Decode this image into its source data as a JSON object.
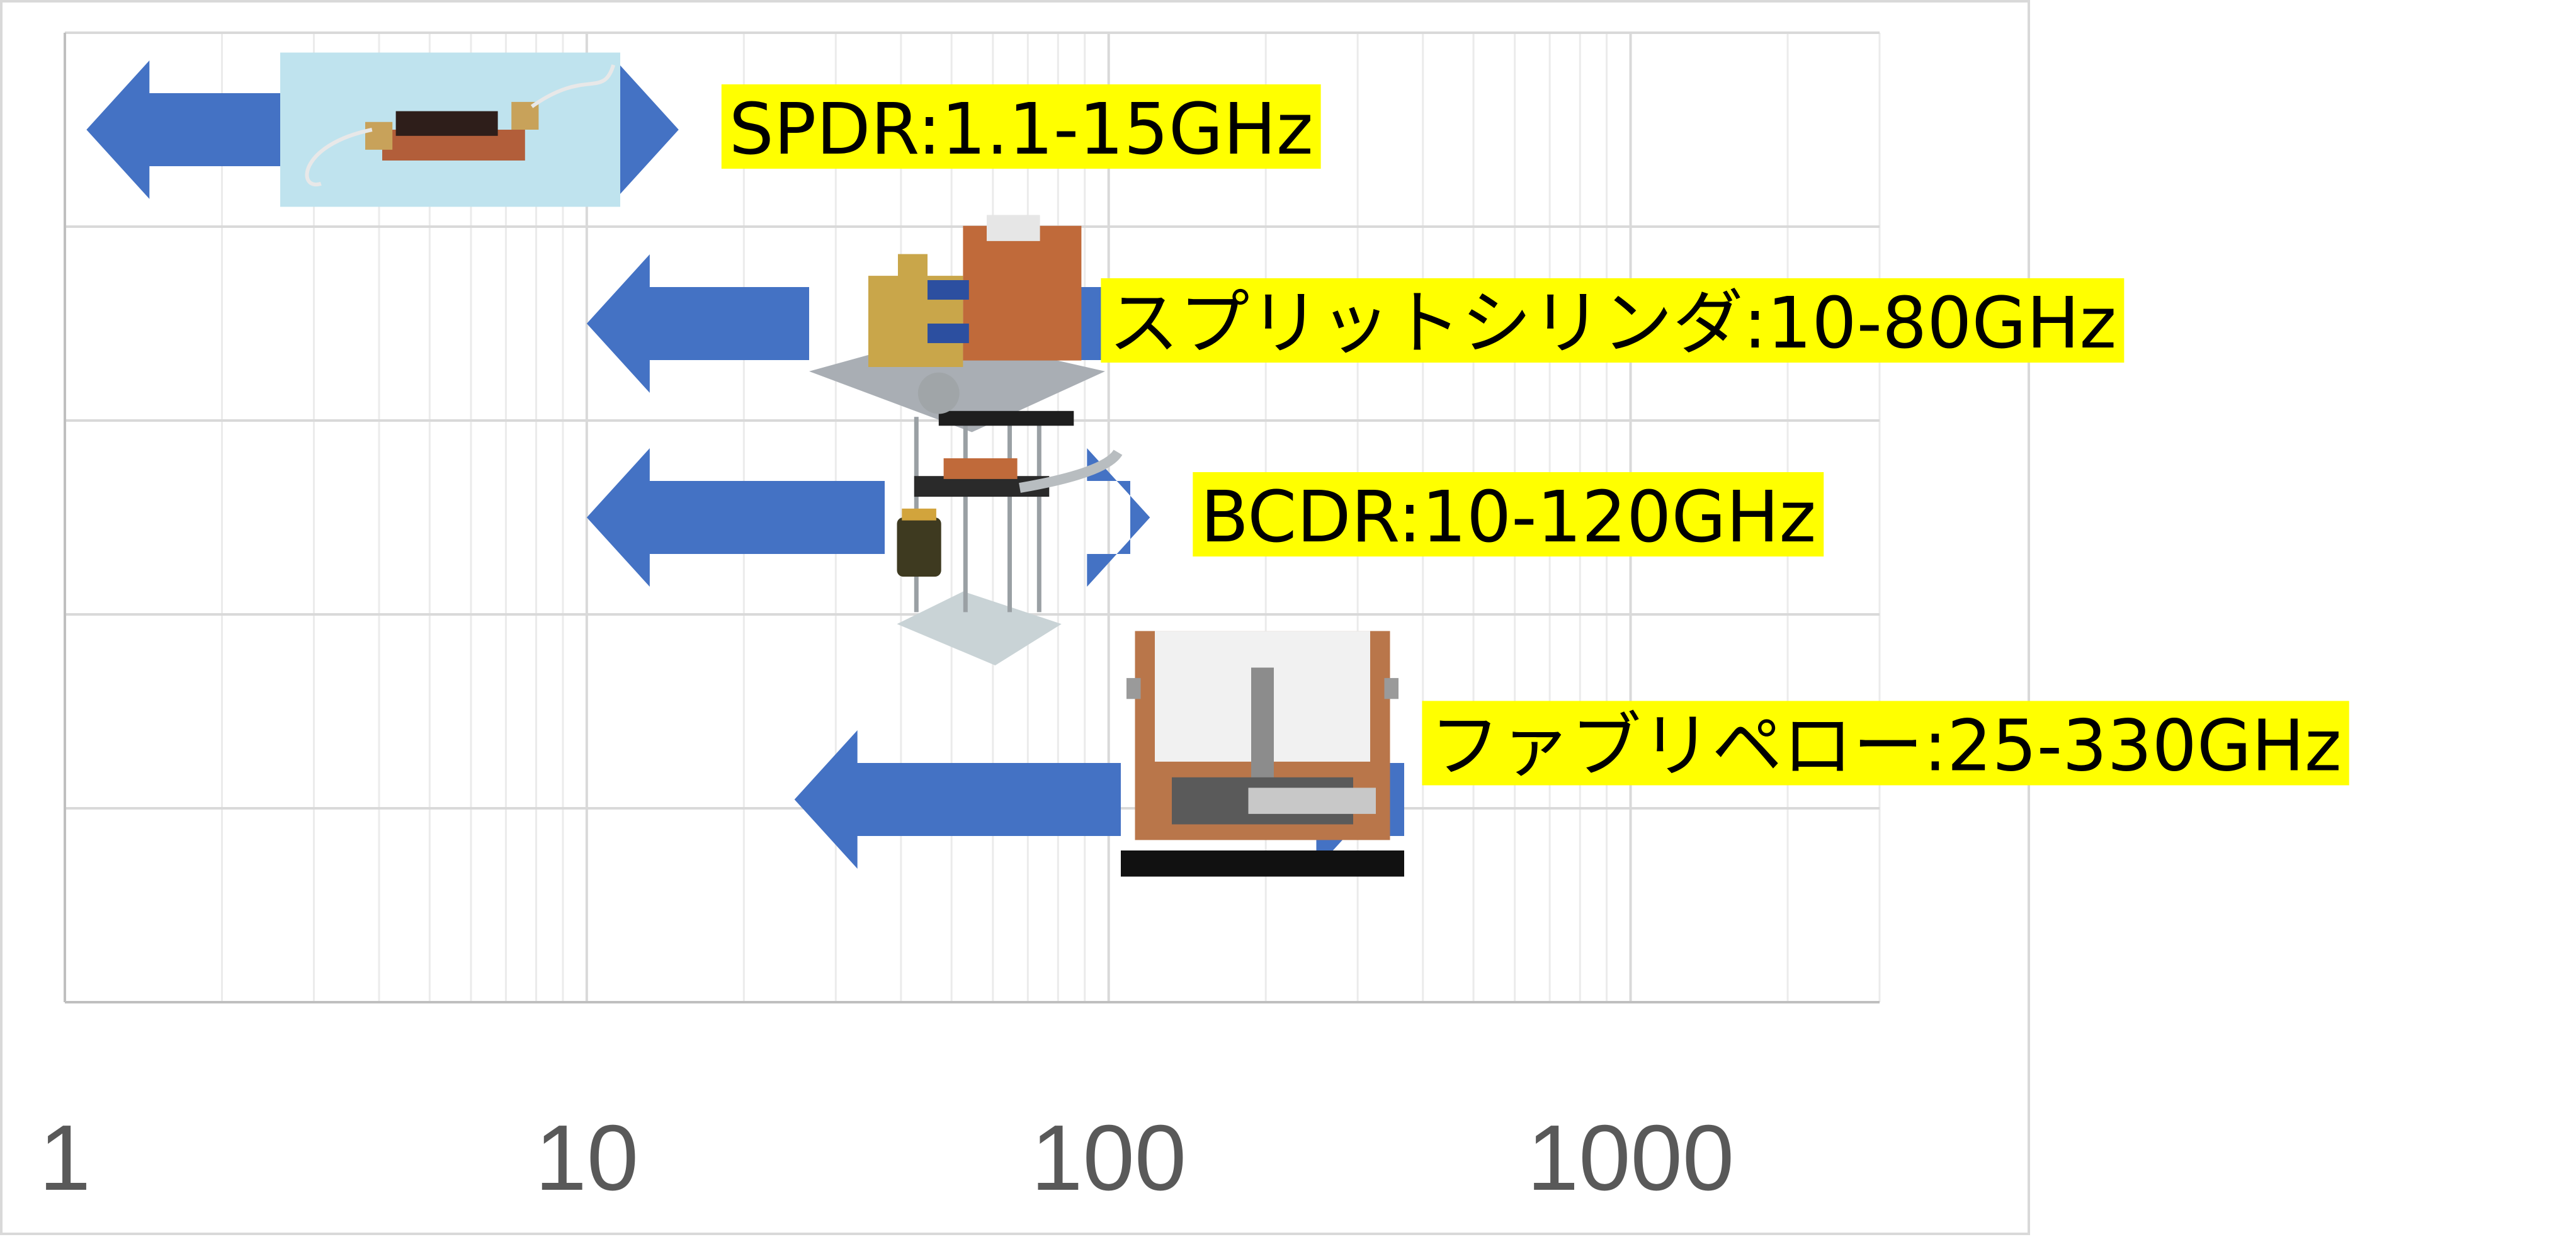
{
  "chart_data": {
    "type": "range",
    "x_scale": "log",
    "xlim": [
      1,
      3000
    ],
    "x_ticks": [
      {
        "value": 1,
        "label": "1"
      },
      {
        "value": 10,
        "label": "10"
      },
      {
        "value": 100,
        "label": "100"
      },
      {
        "value": 1000,
        "label": "1000"
      }
    ],
    "grid": true,
    "ranges": [
      {
        "label": "SPDR:1.1-15GHz",
        "min": 1.1,
        "max": 15,
        "fixture_icon": "spdr-resonator-photo"
      },
      {
        "label": "スプリットシリンダ:10-80GHz",
        "min": 10,
        "max": 80,
        "fixture_icon": "split-cylinder-photo"
      },
      {
        "label": "BCDR:10-120GHz",
        "min": 10,
        "max": 120,
        "fixture_icon": "bcdr-resonator-photo"
      },
      {
        "label": "ファブリペロー:25-330GHz",
        "min": 25,
        "max": 330,
        "fixture_icon": "fabry-perot-photo"
      }
    ],
    "colors": {
      "arrow": "#4472C4",
      "label_highlight": "#FFFF00",
      "grid_major": "#D9D9D9",
      "grid_minor": "#EBEBEB",
      "axis": "#BFBFBF",
      "tick_text": "#595959"
    }
  }
}
